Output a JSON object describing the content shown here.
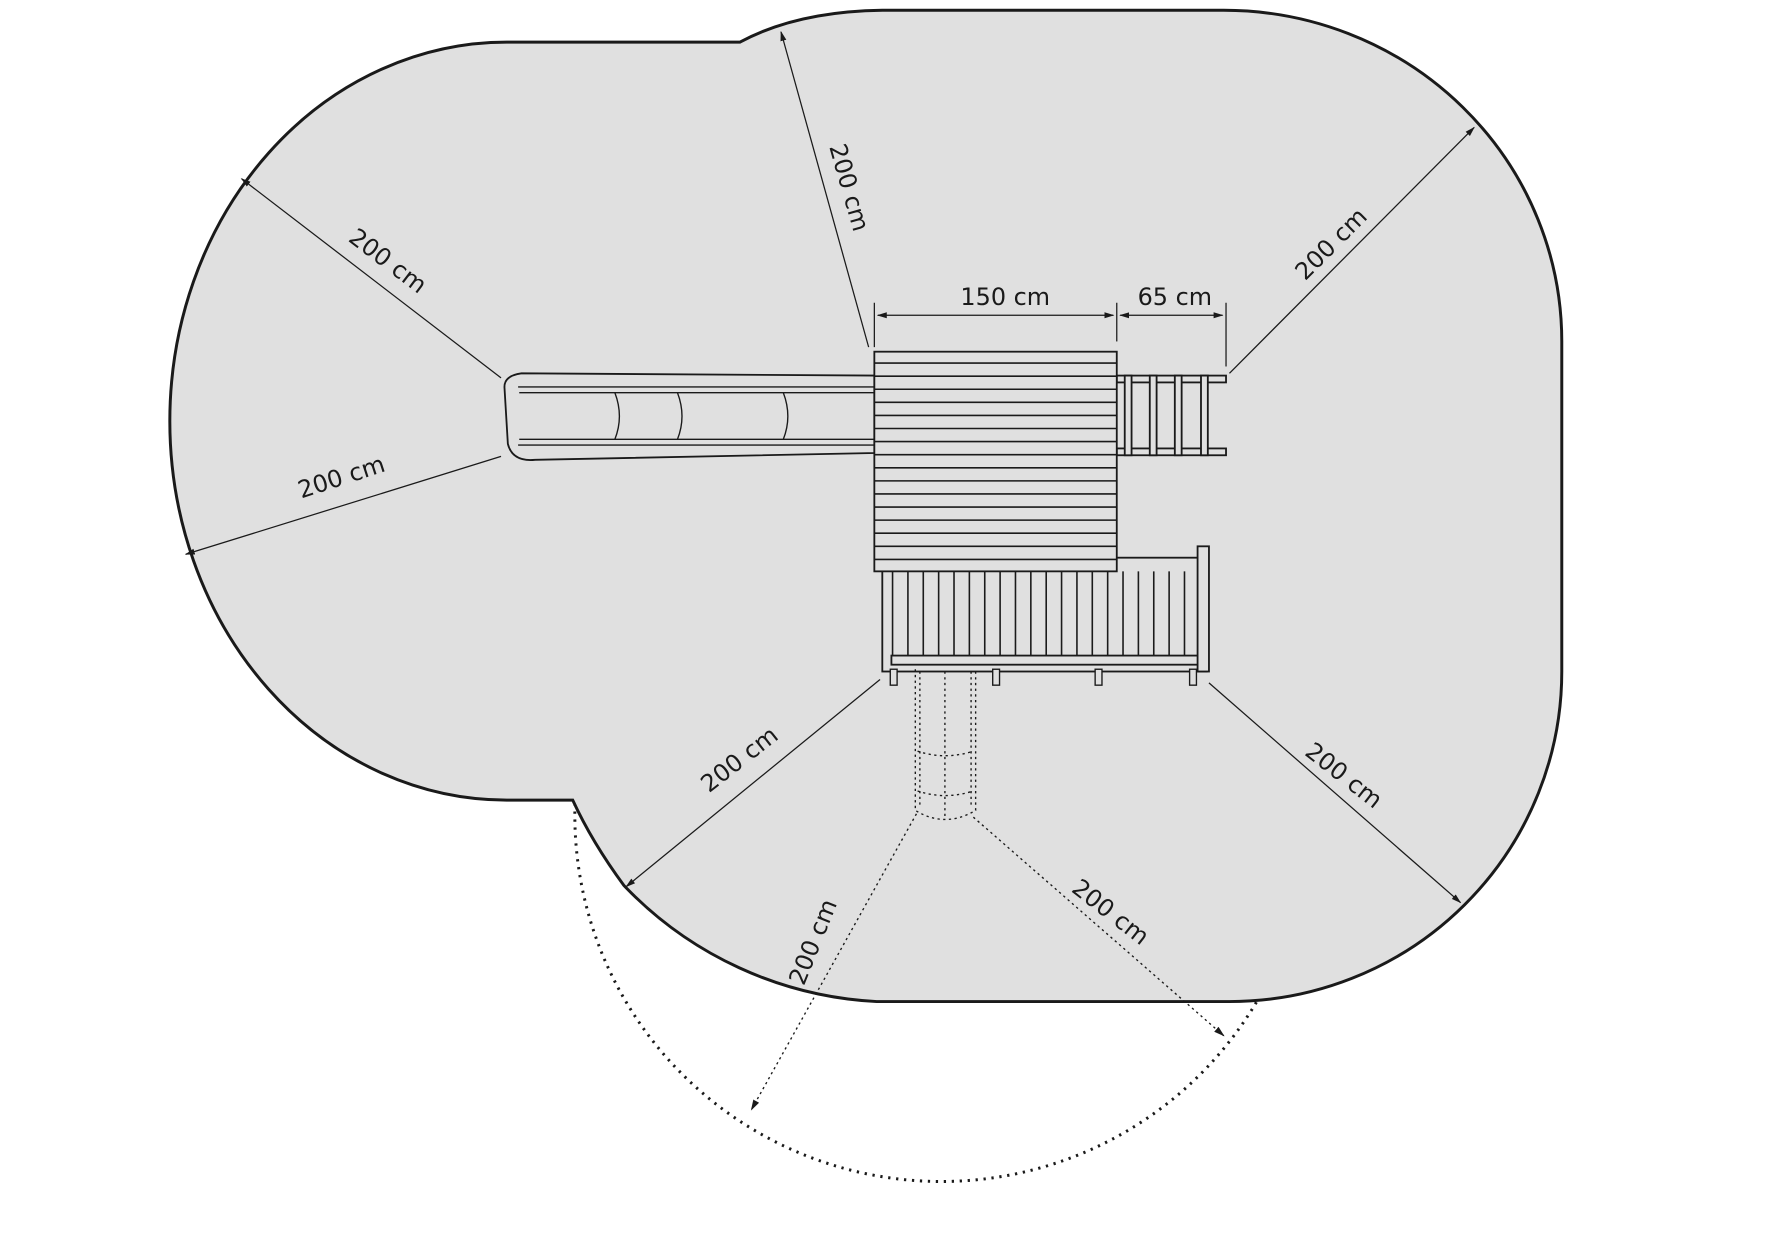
{
  "colors": {
    "safety_zone": "#e0e0e0",
    "outline": "#1a1a1a",
    "background": "#ffffff"
  },
  "dimensions": {
    "deck_width": "150 cm",
    "ladder_width": "65 cm",
    "clearance_top_left": "200 cm",
    "clearance_left": "200 cm",
    "clearance_top": "200 cm",
    "clearance_top_right": "200 cm",
    "clearance_bottom_left": "200 cm",
    "clearance_bottom_right": "200 cm",
    "clearance_tube_left": "200 cm",
    "clearance_tube_right": "200 cm"
  }
}
